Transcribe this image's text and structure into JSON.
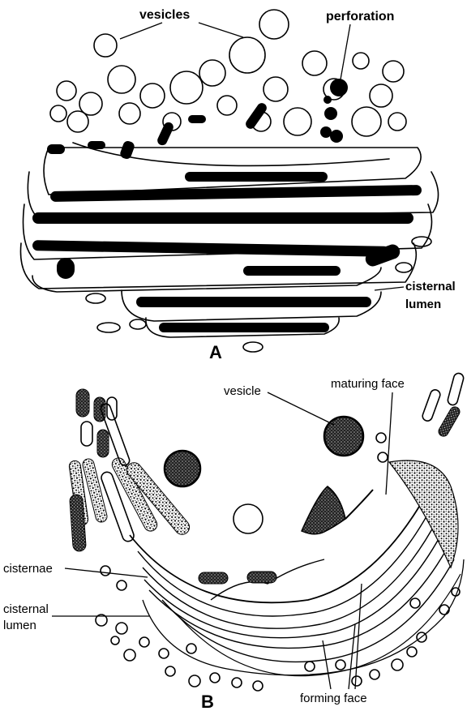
{
  "panel_a": {
    "panel_letter": "A",
    "labels": {
      "vesicles": "vesicles",
      "perforation": "perforation",
      "cisternal_lumen_line1": "cisternal",
      "cisternal_lumen_line2": "lumen"
    }
  },
  "panel_b": {
    "panel_letter": "B",
    "labels": {
      "vesicle": "vesicle",
      "maturing_face": "maturing face",
      "cisternae": "cisternae",
      "cisternal_lumen_line1": "cisternal",
      "cisternal_lumen_line2": "lumen",
      "forming_face": "forming face"
    }
  },
  "colors": {
    "ink": "#000000",
    "paper": "#ffffff"
  }
}
